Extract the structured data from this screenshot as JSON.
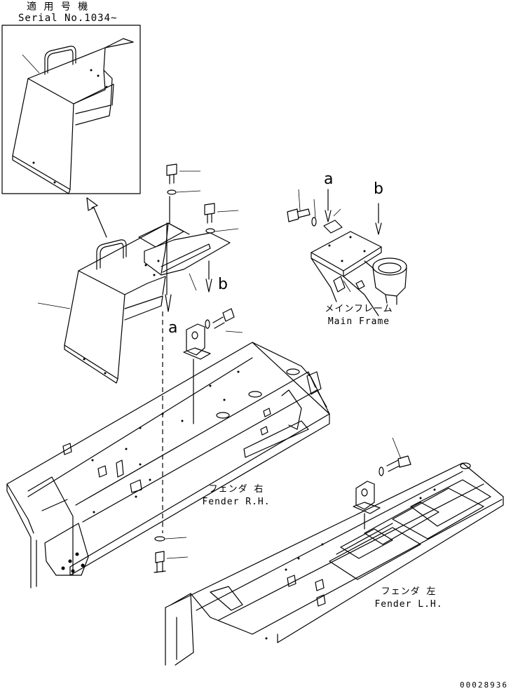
{
  "header": {
    "applicable_label": "適 用 号 機",
    "serial_label": "Serial No.1034~"
  },
  "labels": {
    "main_frame_jp": "メインフレーム",
    "main_frame_en": "Main Frame",
    "fender_rh_jp": "フェンダ 右",
    "fender_rh_en": "Fender R.H.",
    "fender_lh_jp": "フェンダ 左",
    "fender_lh_en": "Fender L.H."
  },
  "refs": {
    "a": "a",
    "b": "b"
  },
  "drawing_code": "00028936",
  "colors": {
    "line": "#000000",
    "background": "#ffffff"
  }
}
